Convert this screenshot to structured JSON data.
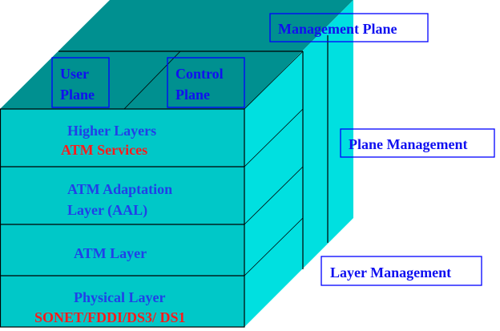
{
  "colors": {
    "top_face": "#009090",
    "front_face": "#00C8C8",
    "side_face": "#00E0E0",
    "label_text": "#0000FF",
    "highlight_text": "#FF1A1A"
  },
  "planes": {
    "user_plane": [
      "User",
      "Plane"
    ],
    "control_plane": [
      "Control",
      "Plane"
    ],
    "management_plane": "Management Plane",
    "plane_management": "Plane Management",
    "layer_management": "Layer Management"
  },
  "layers": [
    {
      "lines": [
        "Higher Layers"
      ],
      "sub": "ATM Services"
    },
    {
      "lines": [
        "ATM Adaptation",
        "Layer (AAL)"
      ]
    },
    {
      "lines": [
        "ATM Layer"
      ]
    },
    {
      "lines": [
        "Physical Layer"
      ],
      "sub": "SONET/FDDI/DS3/ DS1"
    }
  ]
}
